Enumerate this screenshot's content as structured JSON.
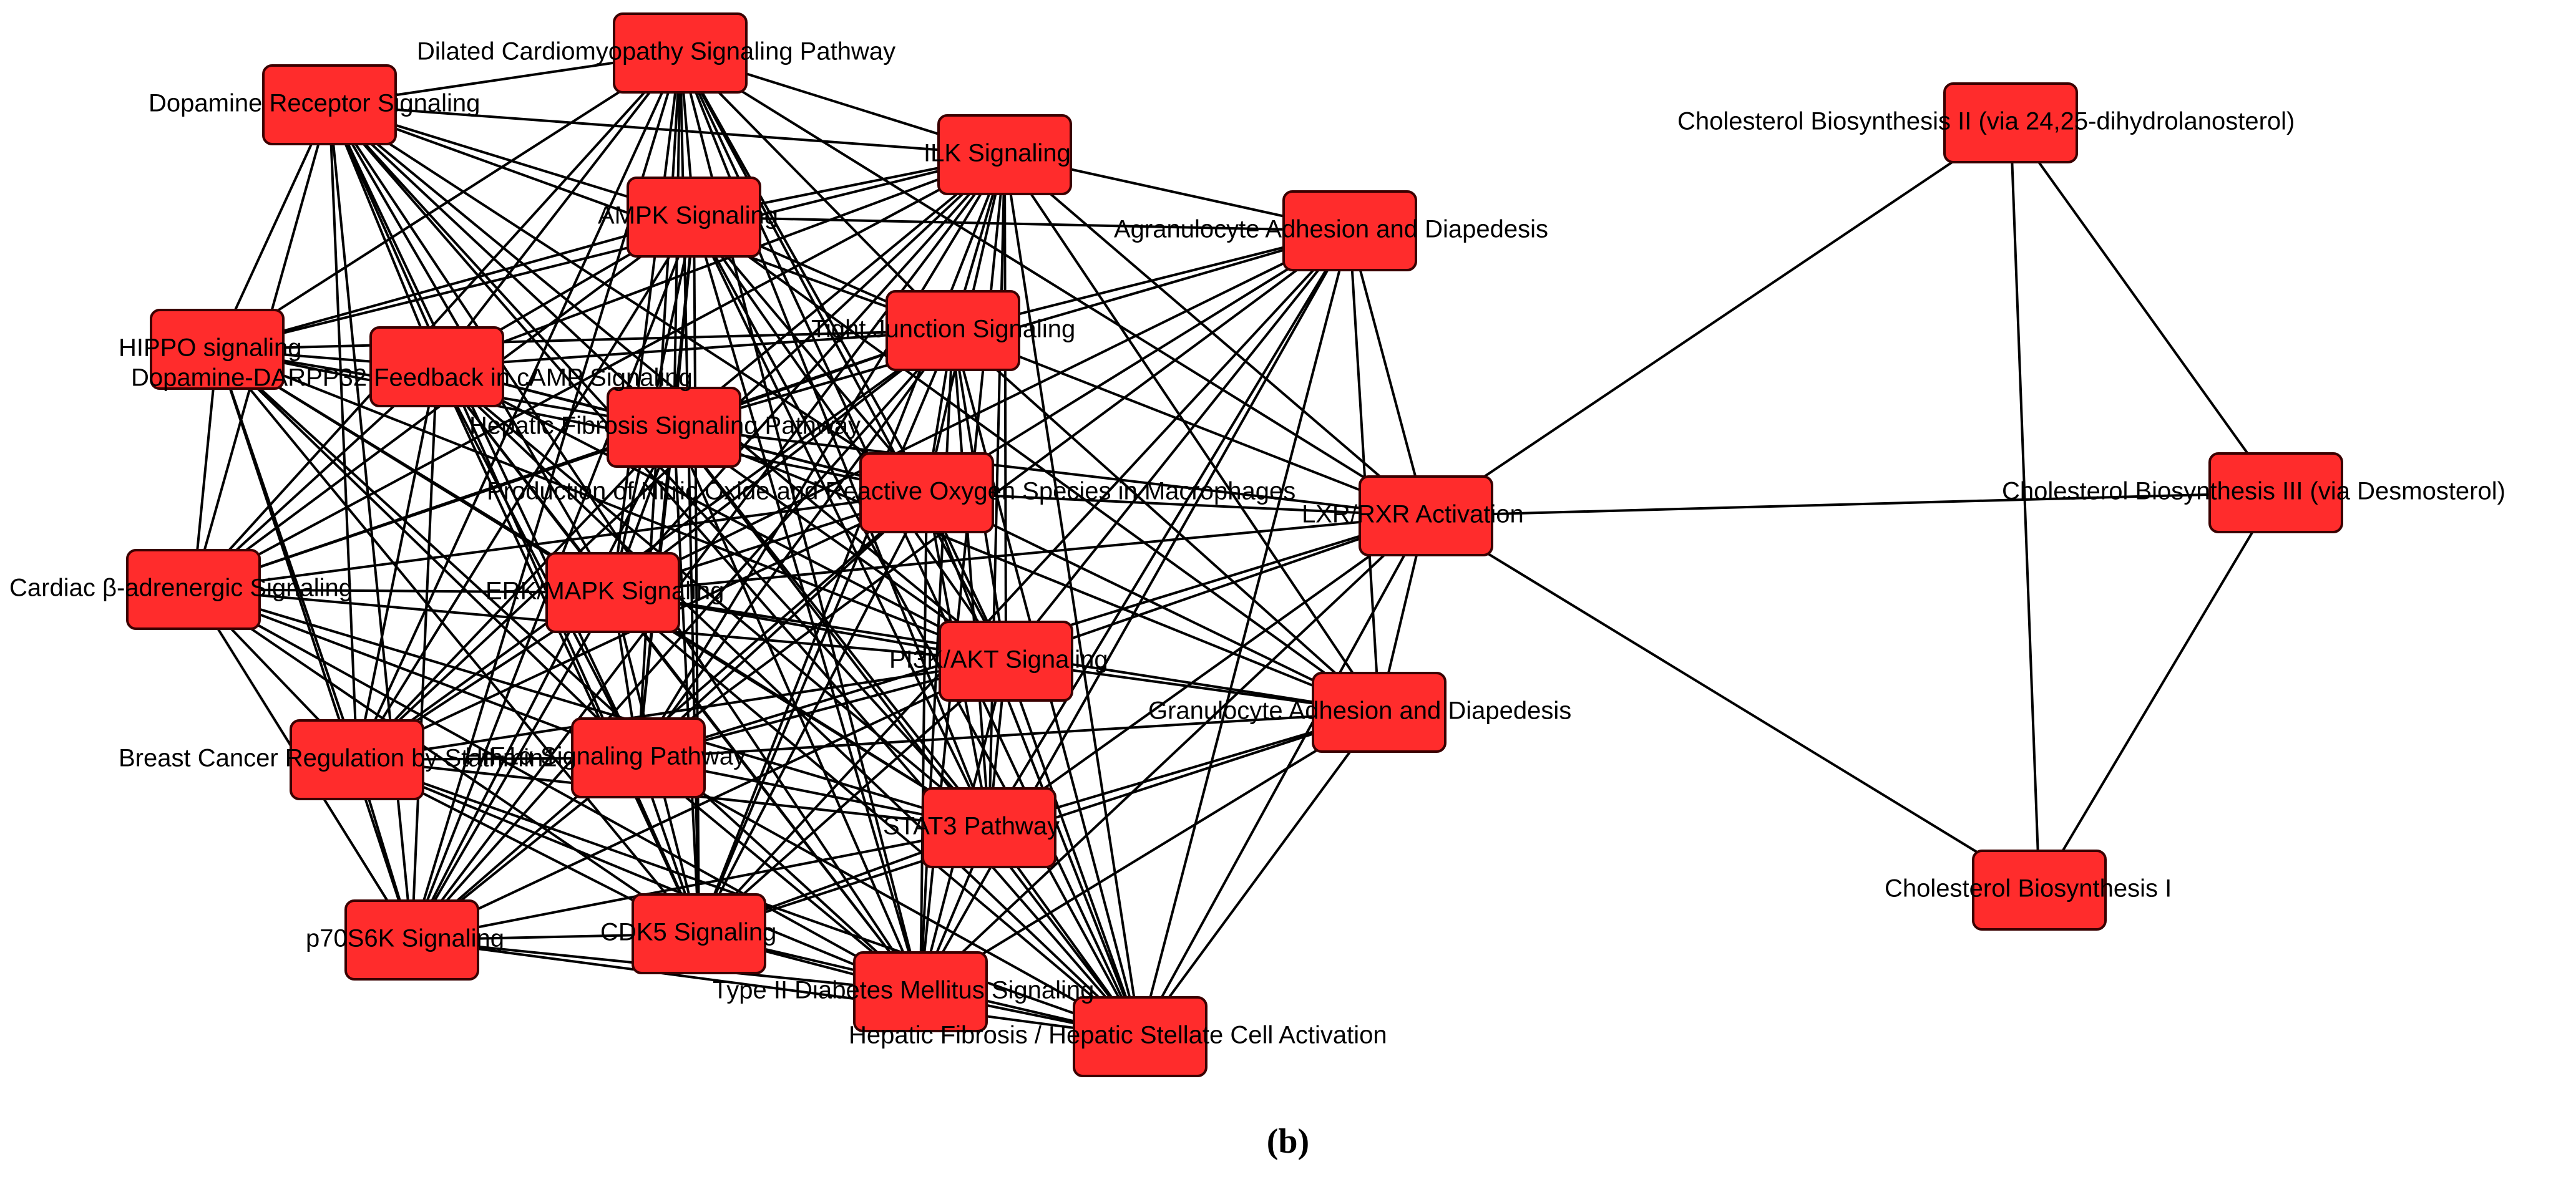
{
  "figure": {
    "caption": "(b)",
    "node_color": "#ff2c2c",
    "node_border_color": "#3a0000",
    "edge_color": "#000000"
  },
  "nodes": [
    {
      "id": "dilated",
      "label": "Dilated Cardiomyopathy Signaling Pathway"
    },
    {
      "id": "dopamine",
      "label": "Dopamine Receptor Signaling"
    },
    {
      "id": "ilk",
      "label": "ILK Signaling"
    },
    {
      "id": "ampk",
      "label": "AMPK Signaling"
    },
    {
      "id": "agranulocyte",
      "label": "Agranulocyte Adhesion and Diapedesis"
    },
    {
      "id": "tight",
      "label": "Tight Junction Signaling"
    },
    {
      "id": "hippo",
      "label": "HIPPO signaling"
    },
    {
      "id": "darpp",
      "label": "Dopamine-DARPP32 Feedback in cAMP Signaling"
    },
    {
      "id": "hfsp",
      "label": "Hepatic Fibrosis Signaling Pathway"
    },
    {
      "id": "ros",
      "label": "Production of Nitric Oxide and Reactive Oxygen Species in Macrophages"
    },
    {
      "id": "lxr",
      "label": "LXR/RXR Activation"
    },
    {
      "id": "cardiac",
      "label": "Cardiac β-adrenergic Signaling"
    },
    {
      "id": "erk",
      "label": "ERK/MAPK Signaling"
    },
    {
      "id": "pi3k",
      "label": "PI3K/AKT Signaling"
    },
    {
      "id": "granulocyte",
      "label": "Granulocyte Adhesion and Diapedesis"
    },
    {
      "id": "brca",
      "label": "Breast Cancer Regulation by Stathmin1"
    },
    {
      "id": "hif",
      "label": "HIF1α Signaling Pathway"
    },
    {
      "id": "stat3",
      "label": "STAT3 Pathway"
    },
    {
      "id": "p70",
      "label": "p70S6K Signaling"
    },
    {
      "id": "cdk5",
      "label": "CDK5 Signaling"
    },
    {
      "id": "t2d",
      "label": "Type II Diabetes Mellitus Signaling"
    },
    {
      "id": "hsc",
      "label": "Hepatic Fibrosis / Hepatic Stellate Cell Activation"
    },
    {
      "id": "chol2",
      "label": "Cholesterol Biosynthesis II (via 24,25-dihydrolanosterol)"
    },
    {
      "id": "chol3",
      "label": "Cholesterol Biosynthesis III (via Desmosterol)"
    },
    {
      "id": "chol1",
      "label": "Cholesterol Biosynthesis I"
    }
  ],
  "edges": [
    [
      "dilated",
      "dopamine"
    ],
    [
      "dilated",
      "ilk"
    ],
    [
      "dilated",
      "ampk"
    ],
    [
      "dilated",
      "tight"
    ],
    [
      "dilated",
      "darpp"
    ],
    [
      "dilated",
      "hfsp"
    ],
    [
      "dilated",
      "ros"
    ],
    [
      "dilated",
      "erk"
    ],
    [
      "dilated",
      "pi3k"
    ],
    [
      "dilated",
      "hif"
    ],
    [
      "dilated",
      "stat3"
    ],
    [
      "dilated",
      "cdk5"
    ],
    [
      "dilated",
      "t2d"
    ],
    [
      "dilated",
      "hsc"
    ],
    [
      "dilated",
      "brca"
    ],
    [
      "dilated",
      "p70"
    ],
    [
      "dilated",
      "hippo"
    ],
    [
      "dilated",
      "cardiac"
    ],
    [
      "dilated",
      "lxr"
    ],
    [
      "dopamine",
      "ilk"
    ],
    [
      "dopamine",
      "ampk"
    ],
    [
      "dopamine",
      "tight"
    ],
    [
      "dopamine",
      "darpp"
    ],
    [
      "dopamine",
      "hfsp"
    ],
    [
      "dopamine",
      "ros"
    ],
    [
      "dopamine",
      "erk"
    ],
    [
      "dopamine",
      "pi3k"
    ],
    [
      "dopamine",
      "hif"
    ],
    [
      "dopamine",
      "stat3"
    ],
    [
      "dopamine",
      "cdk5"
    ],
    [
      "dopamine",
      "t2d"
    ],
    [
      "dopamine",
      "hsc"
    ],
    [
      "dopamine",
      "brca"
    ],
    [
      "dopamine",
      "p70"
    ],
    [
      "dopamine",
      "hippo"
    ],
    [
      "dopamine",
      "cardiac"
    ],
    [
      "ilk",
      "ampk"
    ],
    [
      "ilk",
      "agranulocyte"
    ],
    [
      "ilk",
      "tight"
    ],
    [
      "ilk",
      "darpp"
    ],
    [
      "ilk",
      "hfsp"
    ],
    [
      "ilk",
      "ros"
    ],
    [
      "ilk",
      "lxr"
    ],
    [
      "ilk",
      "erk"
    ],
    [
      "ilk",
      "pi3k"
    ],
    [
      "ilk",
      "granulocyte"
    ],
    [
      "ilk",
      "hif"
    ],
    [
      "ilk",
      "stat3"
    ],
    [
      "ilk",
      "cdk5"
    ],
    [
      "ilk",
      "t2d"
    ],
    [
      "ilk",
      "hsc"
    ],
    [
      "ilk",
      "brca"
    ],
    [
      "ilk",
      "p70"
    ],
    [
      "ilk",
      "hippo"
    ],
    [
      "ilk",
      "cardiac"
    ],
    [
      "ampk",
      "tight"
    ],
    [
      "ampk",
      "darpp"
    ],
    [
      "ampk",
      "hfsp"
    ],
    [
      "ampk",
      "ros"
    ],
    [
      "ampk",
      "erk"
    ],
    [
      "ampk",
      "pi3k"
    ],
    [
      "ampk",
      "hif"
    ],
    [
      "ampk",
      "stat3"
    ],
    [
      "ampk",
      "cdk5"
    ],
    [
      "ampk",
      "t2d"
    ],
    [
      "ampk",
      "hsc"
    ],
    [
      "ampk",
      "brca"
    ],
    [
      "ampk",
      "p70"
    ],
    [
      "ampk",
      "hippo"
    ],
    [
      "ampk",
      "cardiac"
    ],
    [
      "ampk",
      "agranulocyte"
    ],
    [
      "ampk",
      "granulocyte"
    ],
    [
      "agranulocyte",
      "tight"
    ],
    [
      "agranulocyte",
      "hfsp"
    ],
    [
      "agranulocyte",
      "ros"
    ],
    [
      "agranulocyte",
      "lxr"
    ],
    [
      "agranulocyte",
      "pi3k"
    ],
    [
      "agranulocyte",
      "granulocyte"
    ],
    [
      "agranulocyte",
      "hif"
    ],
    [
      "agranulocyte",
      "stat3"
    ],
    [
      "agranulocyte",
      "t2d"
    ],
    [
      "agranulocyte",
      "hsc"
    ],
    [
      "agranulocyte",
      "erk"
    ],
    [
      "agranulocyte",
      "cdk5"
    ],
    [
      "tight",
      "darpp"
    ],
    [
      "tight",
      "hfsp"
    ],
    [
      "tight",
      "ros"
    ],
    [
      "tight",
      "lxr"
    ],
    [
      "tight",
      "erk"
    ],
    [
      "tight",
      "pi3k"
    ],
    [
      "tight",
      "granulocyte"
    ],
    [
      "tight",
      "hif"
    ],
    [
      "tight",
      "stat3"
    ],
    [
      "tight",
      "cdk5"
    ],
    [
      "tight",
      "t2d"
    ],
    [
      "tight",
      "hsc"
    ],
    [
      "tight",
      "brca"
    ],
    [
      "tight",
      "p70"
    ],
    [
      "tight",
      "hippo"
    ],
    [
      "tight",
      "cardiac"
    ],
    [
      "hippo",
      "darpp"
    ],
    [
      "hippo",
      "hfsp"
    ],
    [
      "hippo",
      "ros"
    ],
    [
      "hippo",
      "erk"
    ],
    [
      "hippo",
      "pi3k"
    ],
    [
      "hippo",
      "hif"
    ],
    [
      "hippo",
      "stat3"
    ],
    [
      "hippo",
      "cdk5"
    ],
    [
      "hippo",
      "t2d"
    ],
    [
      "hippo",
      "brca"
    ],
    [
      "hippo",
      "p70"
    ],
    [
      "hippo",
      "cardiac"
    ],
    [
      "darpp",
      "hfsp"
    ],
    [
      "darpp",
      "ros"
    ],
    [
      "darpp",
      "erk"
    ],
    [
      "darpp",
      "pi3k"
    ],
    [
      "darpp",
      "hif"
    ],
    [
      "darpp",
      "stat3"
    ],
    [
      "darpp",
      "cdk5"
    ],
    [
      "darpp",
      "t2d"
    ],
    [
      "darpp",
      "hsc"
    ],
    [
      "darpp",
      "brca"
    ],
    [
      "darpp",
      "p70"
    ],
    [
      "darpp",
      "cardiac"
    ],
    [
      "hfsp",
      "ros"
    ],
    [
      "hfsp",
      "lxr"
    ],
    [
      "hfsp",
      "erk"
    ],
    [
      "hfsp",
      "pi3k"
    ],
    [
      "hfsp",
      "granulocyte"
    ],
    [
      "hfsp",
      "hif"
    ],
    [
      "hfsp",
      "stat3"
    ],
    [
      "hfsp",
      "cdk5"
    ],
    [
      "hfsp",
      "t2d"
    ],
    [
      "hfsp",
      "hsc"
    ],
    [
      "hfsp",
      "brca"
    ],
    [
      "hfsp",
      "p70"
    ],
    [
      "hfsp",
      "cardiac"
    ],
    [
      "ros",
      "lxr"
    ],
    [
      "ros",
      "erk"
    ],
    [
      "ros",
      "pi3k"
    ],
    [
      "ros",
      "granulocyte"
    ],
    [
      "ros",
      "hif"
    ],
    [
      "ros",
      "stat3"
    ],
    [
      "ros",
      "cdk5"
    ],
    [
      "ros",
      "t2d"
    ],
    [
      "ros",
      "hsc"
    ],
    [
      "ros",
      "brca"
    ],
    [
      "ros",
      "p70"
    ],
    [
      "ros",
      "cardiac"
    ],
    [
      "lxr",
      "pi3k"
    ],
    [
      "lxr",
      "granulocyte"
    ],
    [
      "lxr",
      "stat3"
    ],
    [
      "lxr",
      "hsc"
    ],
    [
      "lxr",
      "erk"
    ],
    [
      "lxr",
      "hif"
    ],
    [
      "lxr",
      "t2d"
    ],
    [
      "lxr",
      "chol2"
    ],
    [
      "lxr",
      "chol3"
    ],
    [
      "lxr",
      "chol1"
    ],
    [
      "cardiac",
      "erk"
    ],
    [
      "cardiac",
      "pi3k"
    ],
    [
      "cardiac",
      "brca"
    ],
    [
      "cardiac",
      "hif"
    ],
    [
      "cardiac",
      "p70"
    ],
    [
      "cardiac",
      "cdk5"
    ],
    [
      "cardiac",
      "stat3"
    ],
    [
      "cardiac",
      "t2d"
    ],
    [
      "erk",
      "pi3k"
    ],
    [
      "erk",
      "granulocyte"
    ],
    [
      "erk",
      "brca"
    ],
    [
      "erk",
      "hif"
    ],
    [
      "erk",
      "stat3"
    ],
    [
      "erk",
      "p70"
    ],
    [
      "erk",
      "cdk5"
    ],
    [
      "erk",
      "t2d"
    ],
    [
      "erk",
      "hsc"
    ],
    [
      "pi3k",
      "granulocyte"
    ],
    [
      "pi3k",
      "brca"
    ],
    [
      "pi3k",
      "hif"
    ],
    [
      "pi3k",
      "stat3"
    ],
    [
      "pi3k",
      "p70"
    ],
    [
      "pi3k",
      "cdk5"
    ],
    [
      "pi3k",
      "t2d"
    ],
    [
      "pi3k",
      "hsc"
    ],
    [
      "granulocyte",
      "hif"
    ],
    [
      "granulocyte",
      "stat3"
    ],
    [
      "granulocyte",
      "t2d"
    ],
    [
      "granulocyte",
      "hsc"
    ],
    [
      "granulocyte",
      "cdk5"
    ],
    [
      "brca",
      "hif"
    ],
    [
      "brca",
      "p70"
    ],
    [
      "brca",
      "cdk5"
    ],
    [
      "brca",
      "stat3"
    ],
    [
      "brca",
      "t2d"
    ],
    [
      "brca",
      "hsc"
    ],
    [
      "hif",
      "stat3"
    ],
    [
      "hif",
      "p70"
    ],
    [
      "hif",
      "cdk5"
    ],
    [
      "hif",
      "t2d"
    ],
    [
      "hif",
      "hsc"
    ],
    [
      "stat3",
      "p70"
    ],
    [
      "stat3",
      "cdk5"
    ],
    [
      "stat3",
      "t2d"
    ],
    [
      "stat3",
      "hsc"
    ],
    [
      "p70",
      "cdk5"
    ],
    [
      "p70",
      "t2d"
    ],
    [
      "p70",
      "hsc"
    ],
    [
      "cdk5",
      "t2d"
    ],
    [
      "cdk5",
      "hsc"
    ],
    [
      "t2d",
      "hsc"
    ],
    [
      "chol2",
      "chol3"
    ],
    [
      "chol2",
      "chol1"
    ],
    [
      "chol3",
      "chol1"
    ]
  ]
}
